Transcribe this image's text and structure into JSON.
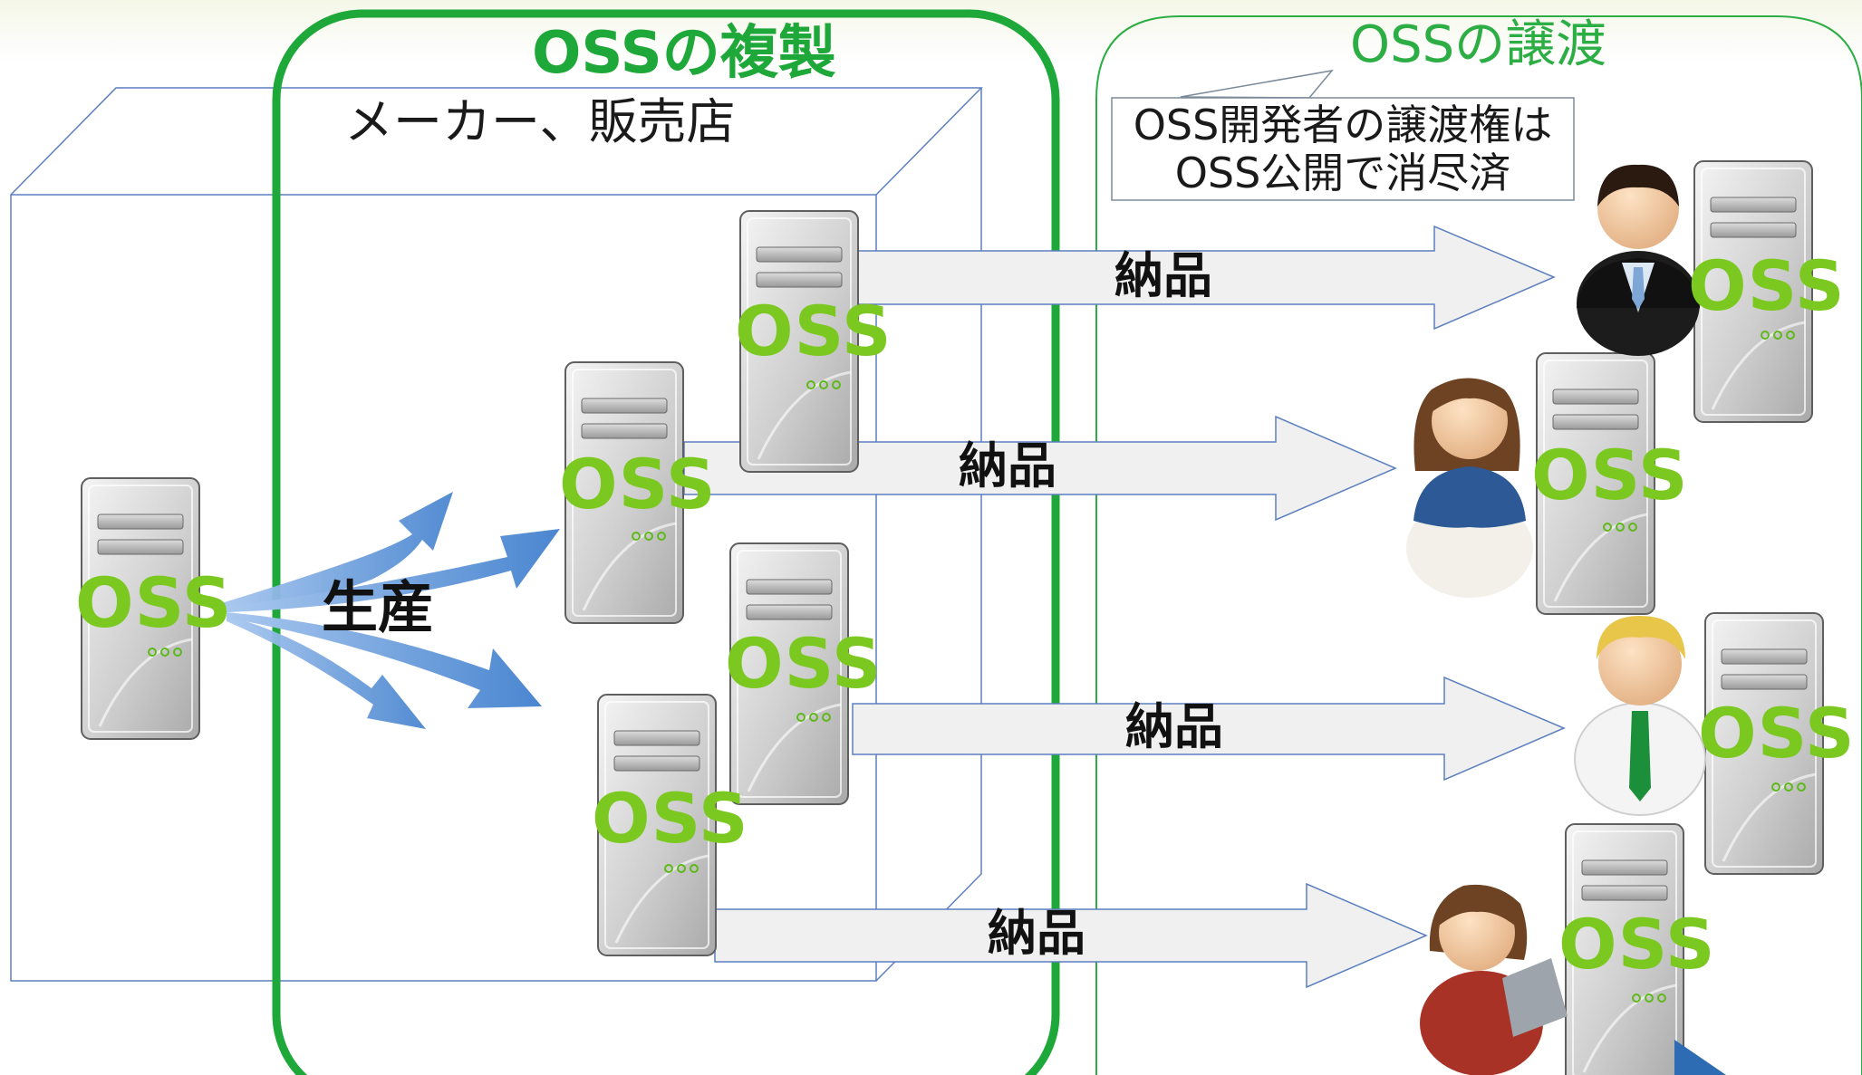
{
  "replication_group": {
    "title": "OSSの複製",
    "maker_label": "メーカー、販売店",
    "production_label": "生産"
  },
  "transfer_group": {
    "title": "OSSの譲渡",
    "note_line1": "OSS開発者の譲渡権は",
    "note_line2": "OSS公開で消尽済"
  },
  "server_label": "OSS",
  "delivery_label": "納品",
  "colors": {
    "group_green": "#1fa83a",
    "oss_text": "#7bc920",
    "arrow_blue": "#4a86d0",
    "box_outline": "#5b7fbf"
  }
}
